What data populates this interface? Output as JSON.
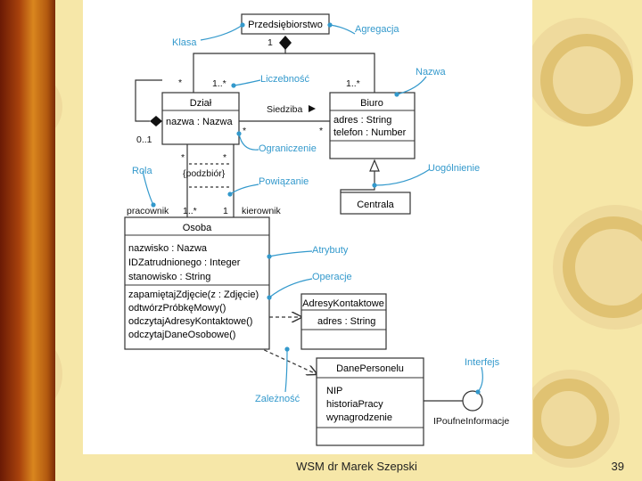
{
  "slide": {
    "footer_author": "WSM dr Marek Szepski",
    "page_number": "39"
  },
  "colors": {
    "annotation": "#3399cc",
    "class_border": "#333333",
    "background_gold": "#e8c060"
  },
  "classes": {
    "przedsiebiorstwo": {
      "name": "Przedsiębiorstwo"
    },
    "dzial": {
      "name": "Dział",
      "attributes": [
        "nazwa : Nazwa"
      ]
    },
    "biuro": {
      "name": "Biuro",
      "attributes": [
        "adres : String",
        "telefon : Number"
      ]
    },
    "centrala": {
      "name": "Centrala"
    },
    "osoba": {
      "name": "Osoba",
      "attributes": [
        "nazwisko : Nazwa",
        "IDZatrudnionego : Integer",
        "stanowisko : String"
      ],
      "operations": [
        "zapamiętajZdjęcie(z : Zdjęcie)",
        "odtwórzPróbkęMowy()",
        "odczytajAdresyKontaktowe()",
        "odczytajDaneOsobowe()"
      ]
    },
    "adresy": {
      "name": "AdresyKontaktowe",
      "attributes": [
        "adres : String"
      ]
    },
    "dane": {
      "name": "DanePersonelu",
      "attributes": [
        "NIP",
        "historiaPracy",
        "wynagrodzenie"
      ]
    }
  },
  "relation_labels": {
    "mult_1": "1",
    "mult_1_many_a": "1..*",
    "mult_1_many_b": "1..*",
    "mult_star_top": "*",
    "mult_0_1": "0..1",
    "siedziba": "Siedziba",
    "mult_star_dzial": "*",
    "mult_star_biuro": "*",
    "podzbior": "{podzbiór}",
    "mult_star_a": "*",
    "mult_star_b": "*",
    "pracownik": "pracownik",
    "mult_1_many_c": "1..*",
    "mult_1_c": "1",
    "kierownik": "kierownik",
    "interface_name": "IPoufneInformacje"
  },
  "annotations": {
    "klasa": "Klasa",
    "agregacja": "Agregacja",
    "licznosc": "Liczebność",
    "nazwa": "Nazwa",
    "ograniczenie": "Ograniczenie",
    "uogolnienie": "Uogólnienie",
    "rola": "Rola",
    "powiazanie": "Powiązanie",
    "atrybuty": "Atrybuty",
    "operacje": "Operacje",
    "interfejs": "Interfejs",
    "zaleznosc": "Zależność"
  }
}
